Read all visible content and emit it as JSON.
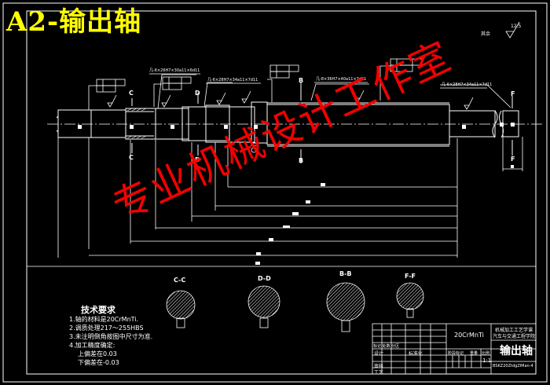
{
  "sheet": {
    "title": "A2-输出轴",
    "title_color": "#ffff00",
    "background": "#000000",
    "line_color": "#ffffff",
    "watermark": "专业机械设计工作室",
    "watermark_color": "#ff0000"
  },
  "roughness_note": {
    "prefix": "其余",
    "value": "12.5"
  },
  "section_labels": {
    "c": "C",
    "d": "D",
    "b": "B",
    "f": "F"
  },
  "section_views": [
    {
      "label": "C-C"
    },
    {
      "label": "D-D"
    },
    {
      "label": "B-B"
    },
    {
      "label": "F-F"
    }
  ],
  "spline_callouts": [
    "几-6×26H7×30a11×6d11",
    "几-6×28H7×34a11×7d11",
    "几-8×36H7×40a11×7d11",
    "几-6×28H7×34a11×7d11"
  ],
  "tolerance_frames": [
    {
      "rows": [
        [
          "/",
          "0.03",
          "A-B"
        ],
        [
          "◎",
          "0.03"
        ]
      ]
    },
    {
      "rows": [
        [
          "/",
          "0.01",
          "A-B"
        ],
        [
          "◎",
          "0.01"
        ]
      ]
    },
    {
      "rows": [
        [
          "/",
          "0.01",
          "A-B"
        ],
        [
          "◎",
          "0.01"
        ]
      ]
    },
    {
      "rows": [
        [
          "/",
          "0.030",
          "A-B"
        ],
        [
          "◎",
          "0.030"
        ]
      ]
    }
  ],
  "tech_requirements": {
    "title": "技术要求",
    "items": [
      "1.轴的材料是20CrMnTi.",
      "2.调质处理217～255HBS",
      "3.未注明倒角按图中尺寸为准.",
      "4.加工精度确定:"
    ],
    "sub_items": [
      "上偏差在0.03",
      "下偏差在-0.03"
    ]
  },
  "title_block": {
    "material": "20CrMnTi",
    "school_line1": "机械加工工艺学课",
    "school_line2": "汽车与交通工程学院",
    "part_name": "输出轴",
    "drawing_no": "BSKZ20ZtdgZlMan-4",
    "left_labels": {
      "mark_row": "标记 处数 分区",
      "design": "设计",
      "review": "审核",
      "process": "工艺",
      "standard": "标准化"
    },
    "header_labels": {
      "stage": "阶段标记",
      "weight": "重量",
      "scale": "比例"
    },
    "scale_value": "1:1"
  }
}
